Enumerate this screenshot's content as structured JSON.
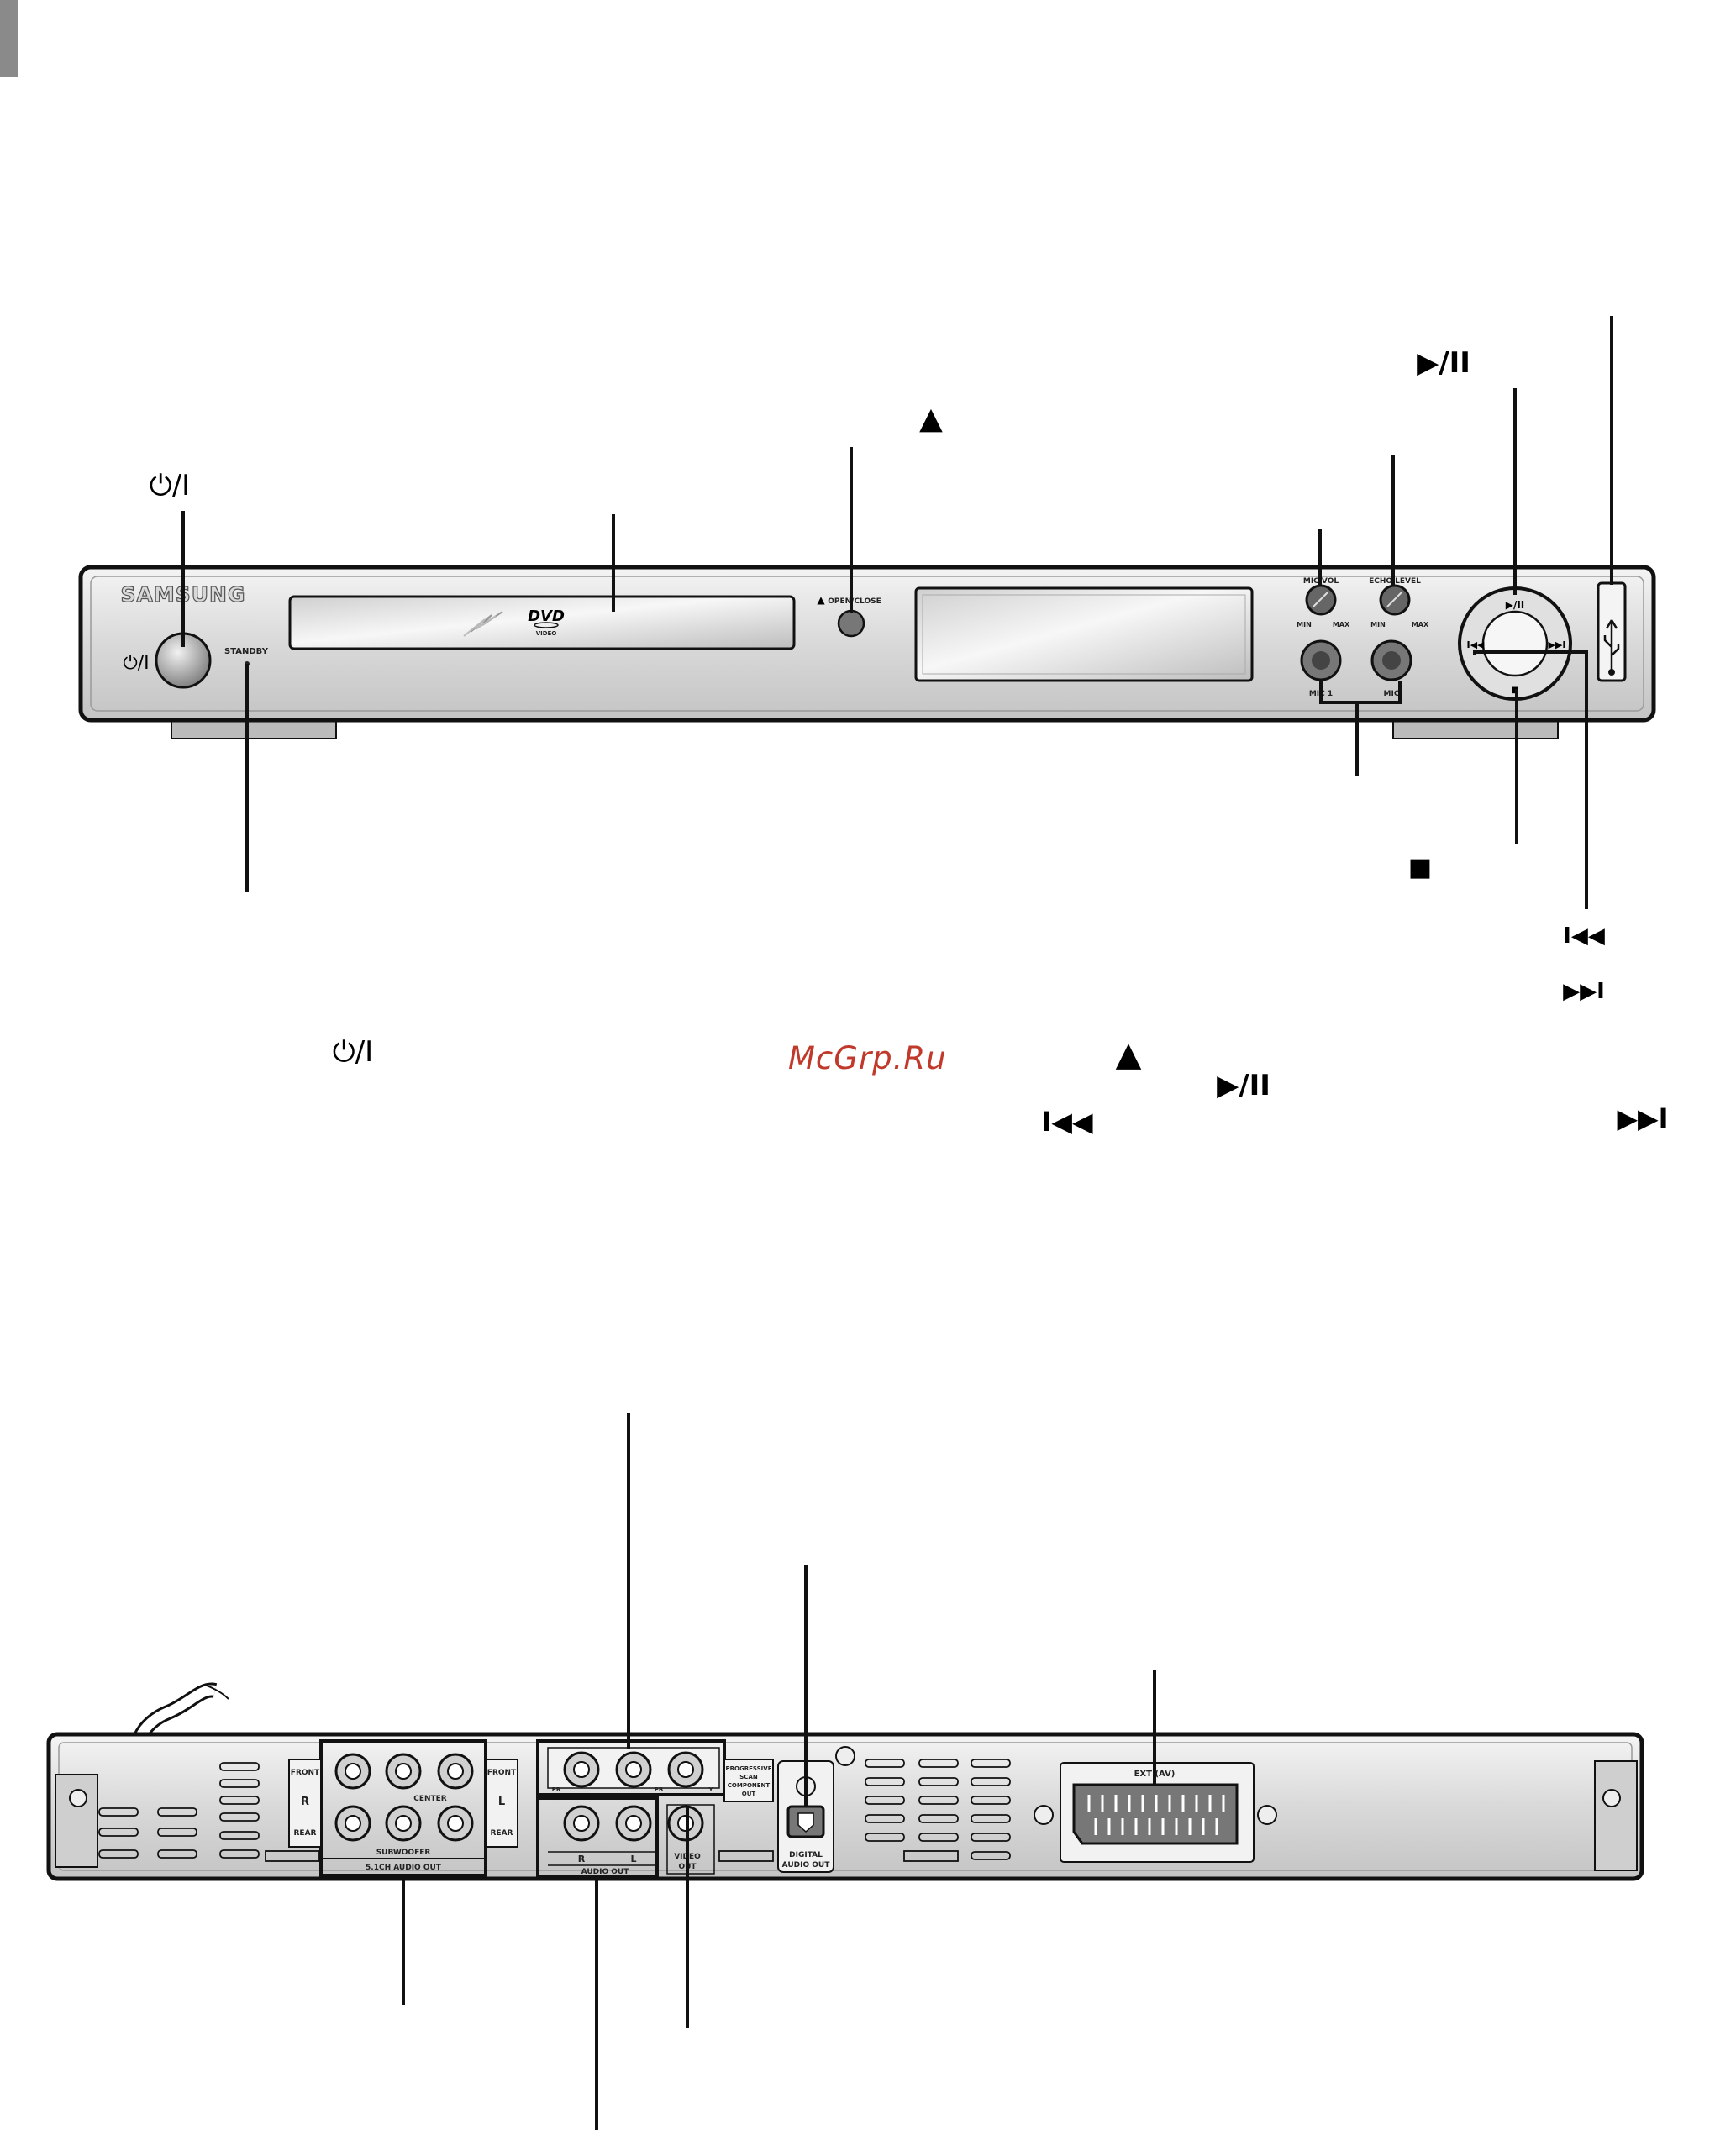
{
  "watermark": "McGrp.Ru",
  "front_panel": {
    "brand": "SAMSUNG",
    "power_button_label": "⏻/I",
    "standby_label": "STANDBY",
    "disc_logo": "DVD",
    "disc_logo_sub": "VIDEO",
    "open_close_label": "OPEN/CLOSE",
    "mic_vol_label": "MIC VOL",
    "echo_level_label": "ECHO LEVEL",
    "knob_min": "MIN",
    "knob_max": "MAX",
    "mic1_label": "MIC 1",
    "mic2_label": "MIC"
  },
  "callouts": {
    "power": "⏻/I",
    "eject": "▲",
    "play_pause": "▶/II",
    "stop": "■",
    "skip_back": "I◀◀",
    "skip_forward": "▶▶I"
  },
  "inline_symbols": {
    "power": "⏻/I",
    "eject": "▲",
    "play_pause": "▶/II",
    "skip_back": "I◀◀",
    "skip_forward": "▶▶I"
  },
  "rear_panel": {
    "front_label": "FRONT",
    "rear_label": "REAR",
    "r_label": "R",
    "l_label": "L",
    "center_label": "CENTER",
    "subwoofer_label": "SUBWOOFER",
    "audio51_label": "5.1CH AUDIO OUT",
    "pr_label": "PR",
    "pb_label": "PB",
    "y_label": "Y",
    "component_label_1": "PROGRESSIVE",
    "component_label_2": "SCAN",
    "component_label_3": "COMPONENT",
    "component_label_4": "OUT",
    "audio_out_label": "AUDIO OUT",
    "video_out_label_1": "VIDEO",
    "video_out_label_2": "OUT",
    "digital_label_1": "DIGITAL",
    "digital_label_2": "AUDIO OUT",
    "scart_label": "EXT (AV)"
  },
  "colors": {
    "panel_fill": "#e6e6e6",
    "panel_stroke": "#111111",
    "watermark": "#c0392b"
  }
}
